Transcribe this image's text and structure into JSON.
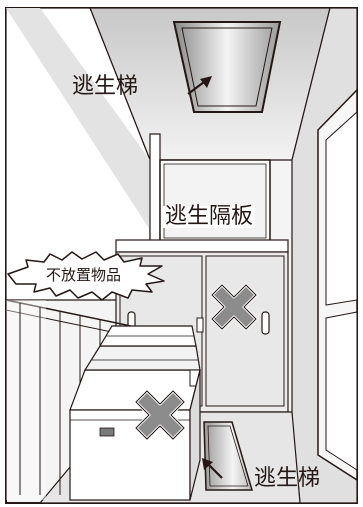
{
  "labels": {
    "escape_ladder_top": "逃生梯",
    "escape_partition": "逃生隔板",
    "no_items": "不放置物品",
    "escape_ladder_bottom": "逃生梯"
  },
  "icon_names": {
    "prohibited_mark": "x-mark-icon",
    "pointer": "arrow-icon"
  },
  "colors": {
    "line": "#231815",
    "wall_light": "#ffffff",
    "wall_shade": "#d9d9d9",
    "wall_mid": "#bfbfbf",
    "floor": "#e6e6e6",
    "hatch": "#9a9a9a",
    "x_fill": "#8c8c8c"
  }
}
